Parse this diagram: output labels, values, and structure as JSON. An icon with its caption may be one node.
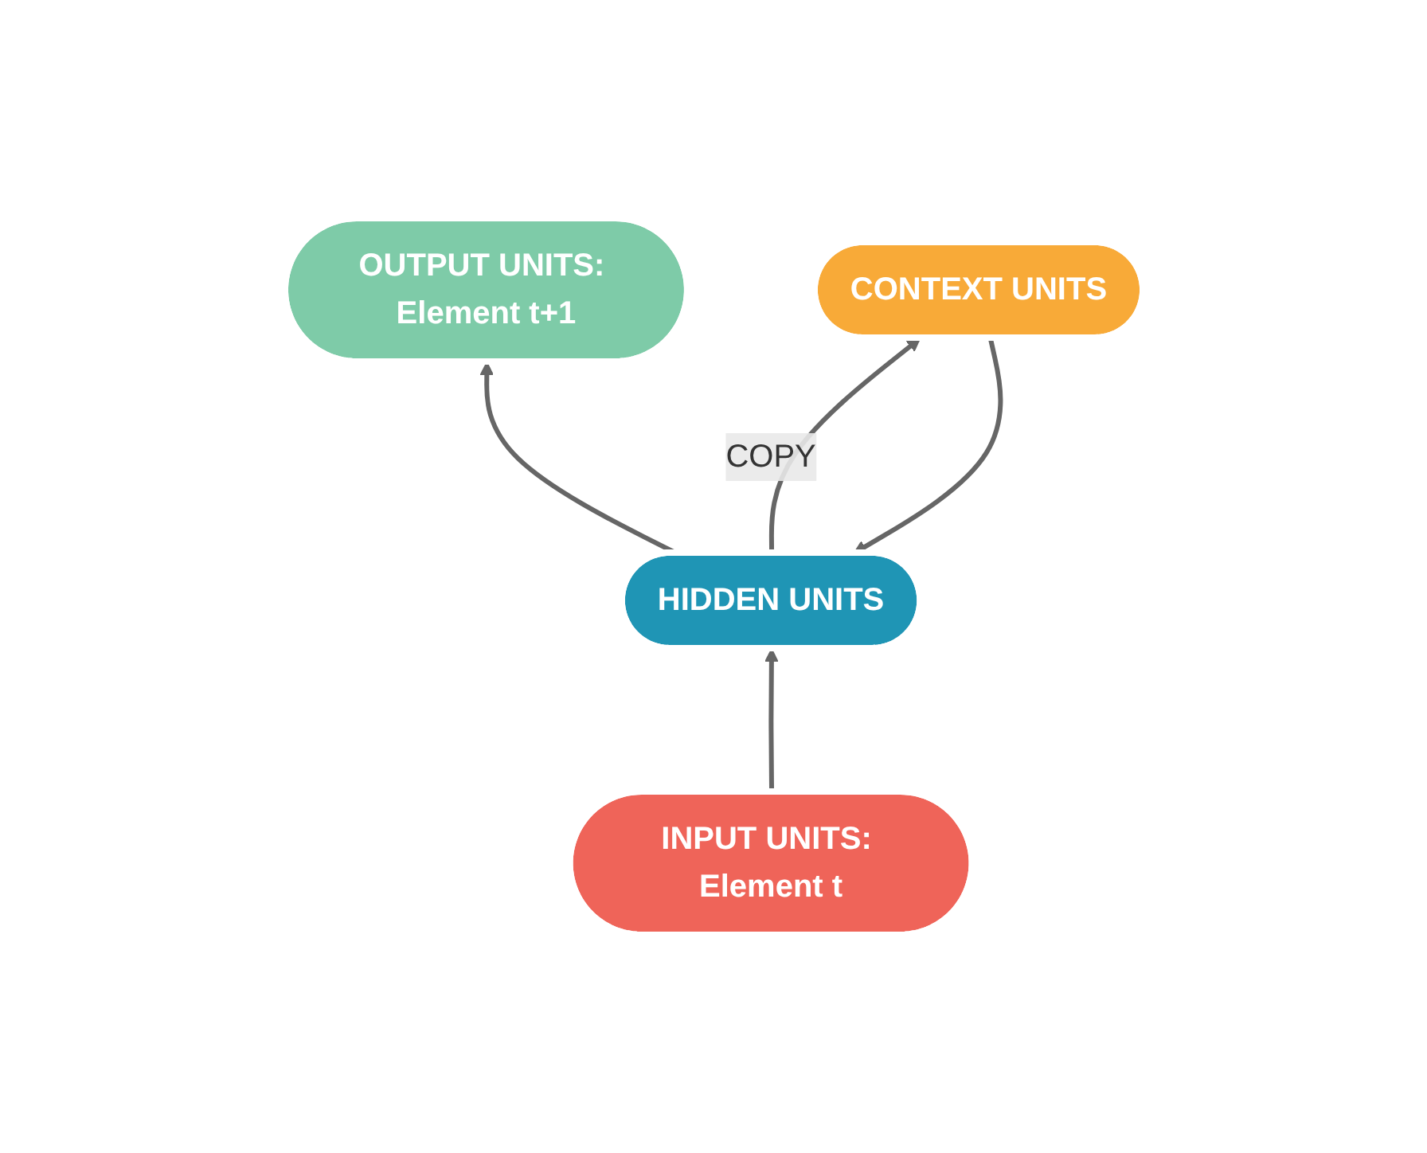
{
  "diagram": {
    "nodes": [
      {
        "text": [
          "OUTPUT UNITS: Element t+1"
        ]
      },
      {
        "text": [
          "HIDDEN UNITS"
        ]
      },
      {
        "text": [
          "CONTEXT UNITS"
        ]
      },
      {
        "text": [
          "INPUT UNITS: Element t"
        ]
      }
    ],
    "edges": [
      {
        "from": 1,
        "to": 0,
        "arrow": "to"
      },
      {
        "from": 1,
        "to": 2,
        "arrow": "to",
        "label": "COPY"
      },
      {
        "from": 2,
        "to": 1,
        "arrow": "to"
      },
      {
        "from": 3,
        "to": 1,
        "arrow": "to"
      }
    ]
  }
}
